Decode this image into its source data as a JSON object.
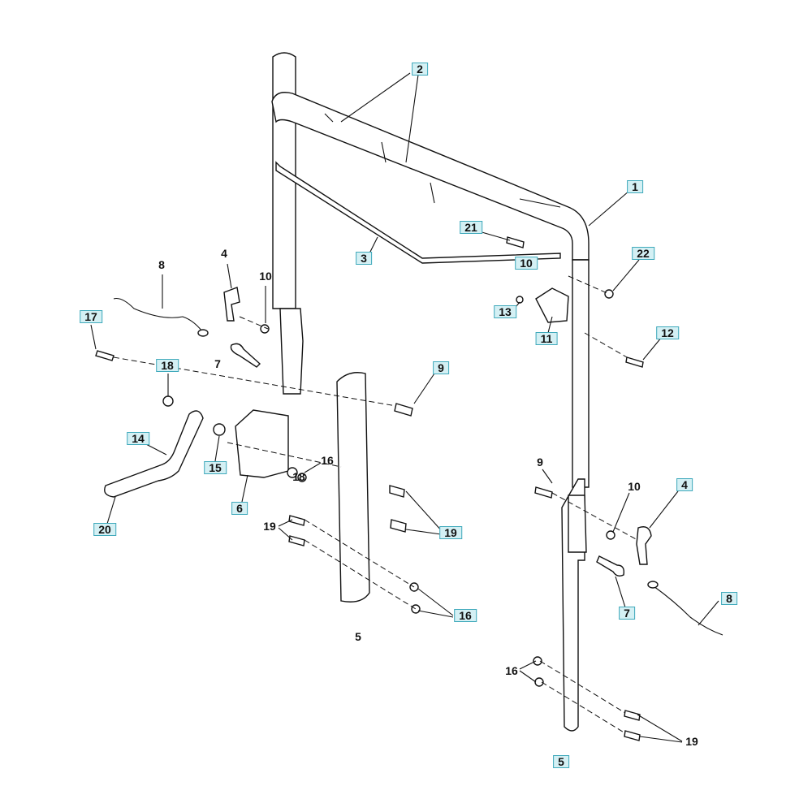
{
  "callouts": {
    "boxed": [
      "2",
      "1",
      "21",
      "3",
      "10",
      "22",
      "13",
      "11",
      "12",
      "17",
      "18",
      "9",
      "14",
      "15",
      "6",
      "20",
      "19",
      "16",
      "4",
      "7",
      "8",
      "5"
    ],
    "plain": [
      "4",
      "10",
      "8",
      "7",
      "16",
      "18",
      "19",
      "5",
      "9",
      "10",
      "16",
      "19"
    ]
  },
  "colors": {
    "callout_fill": "#d4f0f4",
    "callout_border": "#3fa9bb",
    "line": "#111111"
  }
}
